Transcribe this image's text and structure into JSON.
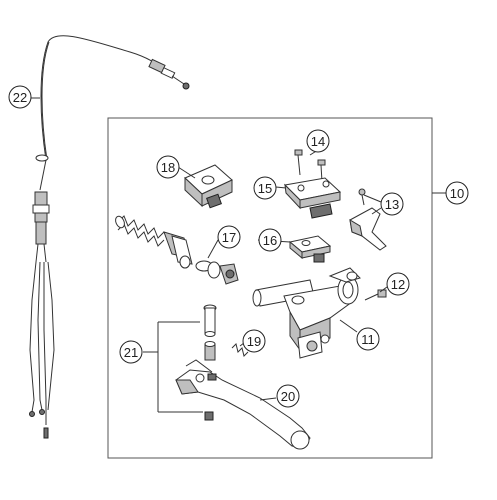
{
  "callouts": [
    {
      "id": "c22",
      "number": "22"
    },
    {
      "id": "c14",
      "number": "14"
    },
    {
      "id": "c18",
      "number": "18"
    },
    {
      "id": "c15",
      "number": "15"
    },
    {
      "id": "c13",
      "number": "13"
    },
    {
      "id": "c10",
      "number": "10"
    },
    {
      "id": "c17",
      "number": "17"
    },
    {
      "id": "c16",
      "number": "16"
    },
    {
      "id": "c12",
      "number": "12"
    },
    {
      "id": "c11",
      "number": "11"
    },
    {
      "id": "c21",
      "number": "21"
    },
    {
      "id": "c19",
      "number": "19"
    },
    {
      "id": "c20",
      "number": "20"
    }
  ]
}
